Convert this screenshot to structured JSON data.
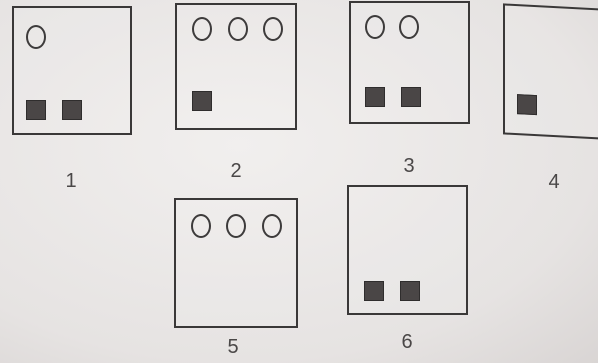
{
  "figures": [
    {
      "label": "1",
      "circles": 1,
      "squares": 2
    },
    {
      "label": "2",
      "circles": 3,
      "squares": 1
    },
    {
      "label": "3",
      "circles": 2,
      "squares": 2
    },
    {
      "label": "4",
      "circles": 0,
      "squares": 1
    },
    {
      "label": "5",
      "circles": 3,
      "squares": 0
    },
    {
      "label": "6",
      "circles": 0,
      "squares": 2
    }
  ],
  "colors": {
    "outline": "#3a3838",
    "square_fill": "#4a4646",
    "paper": "#e9e7e6"
  }
}
